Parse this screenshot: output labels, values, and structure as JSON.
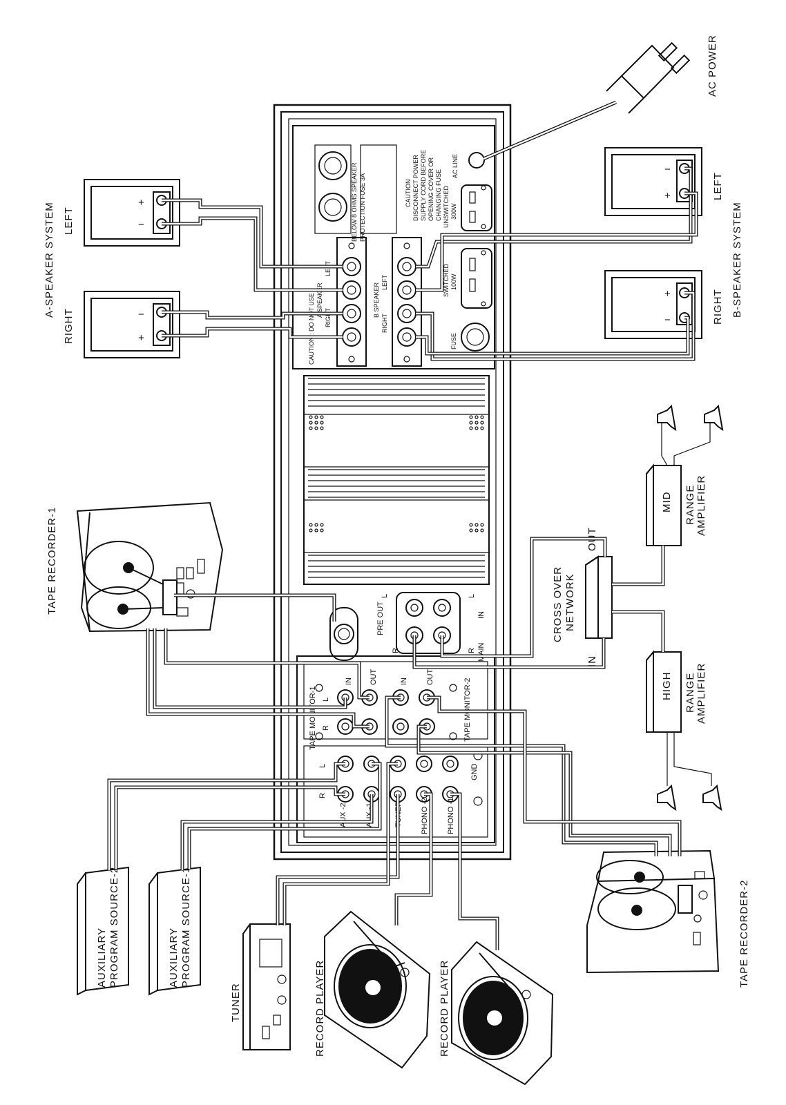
{
  "labels": {
    "ac_power": "AC POWER",
    "ac_line": "AC LINE",
    "a_speaker_system": "A-SPEAKER SYSTEM",
    "b_speaker_system": "B-SPEAKER SYSTEM",
    "a_left": "LEFT",
    "a_right": "RIGHT",
    "b_left": "LEFT",
    "b_right": "RIGHT",
    "tape_recorder_1": "TAPE RECORDER-1",
    "tape_recorder_2": "TAPE RECORDER-2",
    "aux_source_2": [
      "AUXILIARY",
      "PROGRAM SOURCE-2"
    ],
    "aux_source_1": [
      "AUXILIARY",
      "PROGRAM SOURCE-1"
    ],
    "tuner": "TUNER",
    "record_player_1": "RECORD PLAYER",
    "record_player_2": "RECORD PLAYER",
    "crossover": [
      "CROSS OVER",
      "NETWORK"
    ],
    "crossover_in": "IN",
    "crossover_out": "OUT",
    "mid_amp": "MID",
    "mid_amp_sub": [
      "RANGE",
      "AMPLIFIER"
    ],
    "high_amp": "HIGH",
    "high_amp_sub": [
      "RANGE",
      "AMPLIFIER"
    ]
  },
  "panel": {
    "fuse": [
      "BELOW 8 OHMS SPEAKER",
      "PROTECTION FUSE 3A"
    ],
    "caution_box": [
      "CAUTION",
      "DISCONNECT POWER",
      "SUPPLY CORD BEFORE",
      "OPENING COVER OR",
      "CHANGING FUSE"
    ],
    "unswitched": [
      "UNSWITCHED",
      "300W"
    ],
    "switched": [
      "SWITCHED",
      "100W"
    ],
    "fuse_holder": "FUSE",
    "caution_speaker": "CAUTION : DO NOT USE",
    "a_speaker": "A SPEAKER",
    "b_speaker": "B SPEAKER",
    "a_right": "RIGHT",
    "a_left": "LEFT",
    "b_right": "RIGHT",
    "b_left": "LEFT",
    "pre_out": "PRE OUT",
    "main_in": "MAIN",
    "in": "IN",
    "l": "L",
    "r": "R",
    "tape_monitor_1": "TAPE MONITOR-1",
    "tape_monitor_2": "TAPE MONITOR-2",
    "tm_in": "IN",
    "tm_out": "OUT",
    "tm2_in": "IN",
    "tm2_out": "OUT",
    "inputs": [
      "AUX -2",
      "AUX -1",
      "TUNER",
      "PHONO -2",
      "PHONO -1"
    ],
    "gnd": "GND",
    "spk_plus": "+",
    "spk_minus": "−"
  }
}
